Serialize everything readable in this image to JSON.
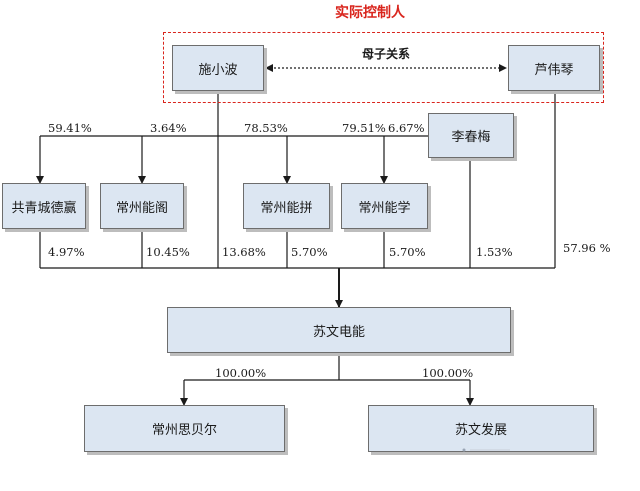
{
  "title": "实际控制人",
  "relation": {
    "label": "母子关系"
  },
  "nodes": {
    "shi": "施小波",
    "lu": "芦伟琴",
    "li": "李春梅",
    "gongqing": "共青城德赢",
    "nengge": "常州能阁",
    "nengpin": "常州能拼",
    "nengxue": "常州能学",
    "suwen": "苏文电能",
    "sibeier": "常州思贝尔",
    "fazhan": "苏文发展"
  },
  "edges": {
    "shi_gongqing": "59.41%",
    "shi_nengge": "3.64%",
    "shi_nengpin": "78.53%",
    "shi_nengxue": "79.51%",
    "li_nengxue": "6.67%",
    "gongqing_suwen": "4.97%",
    "nengge_suwen": "10.45%",
    "shi_suwen": "13.68%",
    "nengpin_suwen": "5.70%",
    "nengxue_suwen": "5.70%",
    "li_suwen": "1.53%",
    "lu_suwen": "57.96 %",
    "suwen_sibeier": "100.00%",
    "suwen_fazhan": "100.00%"
  },
  "colors": {
    "title_red": "#d9251d",
    "box_fill": "#dce6f2",
    "line": "#1a1a1a"
  }
}
